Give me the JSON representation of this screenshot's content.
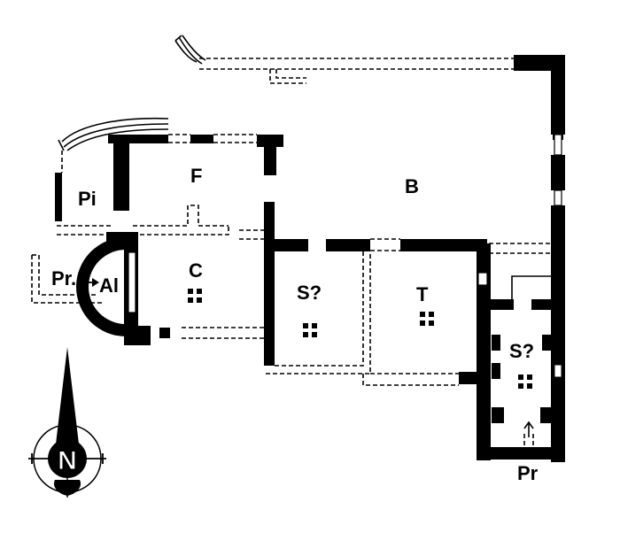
{
  "labels": {
    "B": "B",
    "F": "F",
    "Pi": "Pi",
    "C": "C",
    "S1": "S?",
    "T": "T",
    "S2": "S?",
    "Al": "Al",
    "Pr_left": "Pr.",
    "Pr_bottom": "Pr"
  },
  "compass": {
    "north": "N"
  },
  "colors": {
    "ink": "#000000",
    "paper": "#ffffff"
  }
}
